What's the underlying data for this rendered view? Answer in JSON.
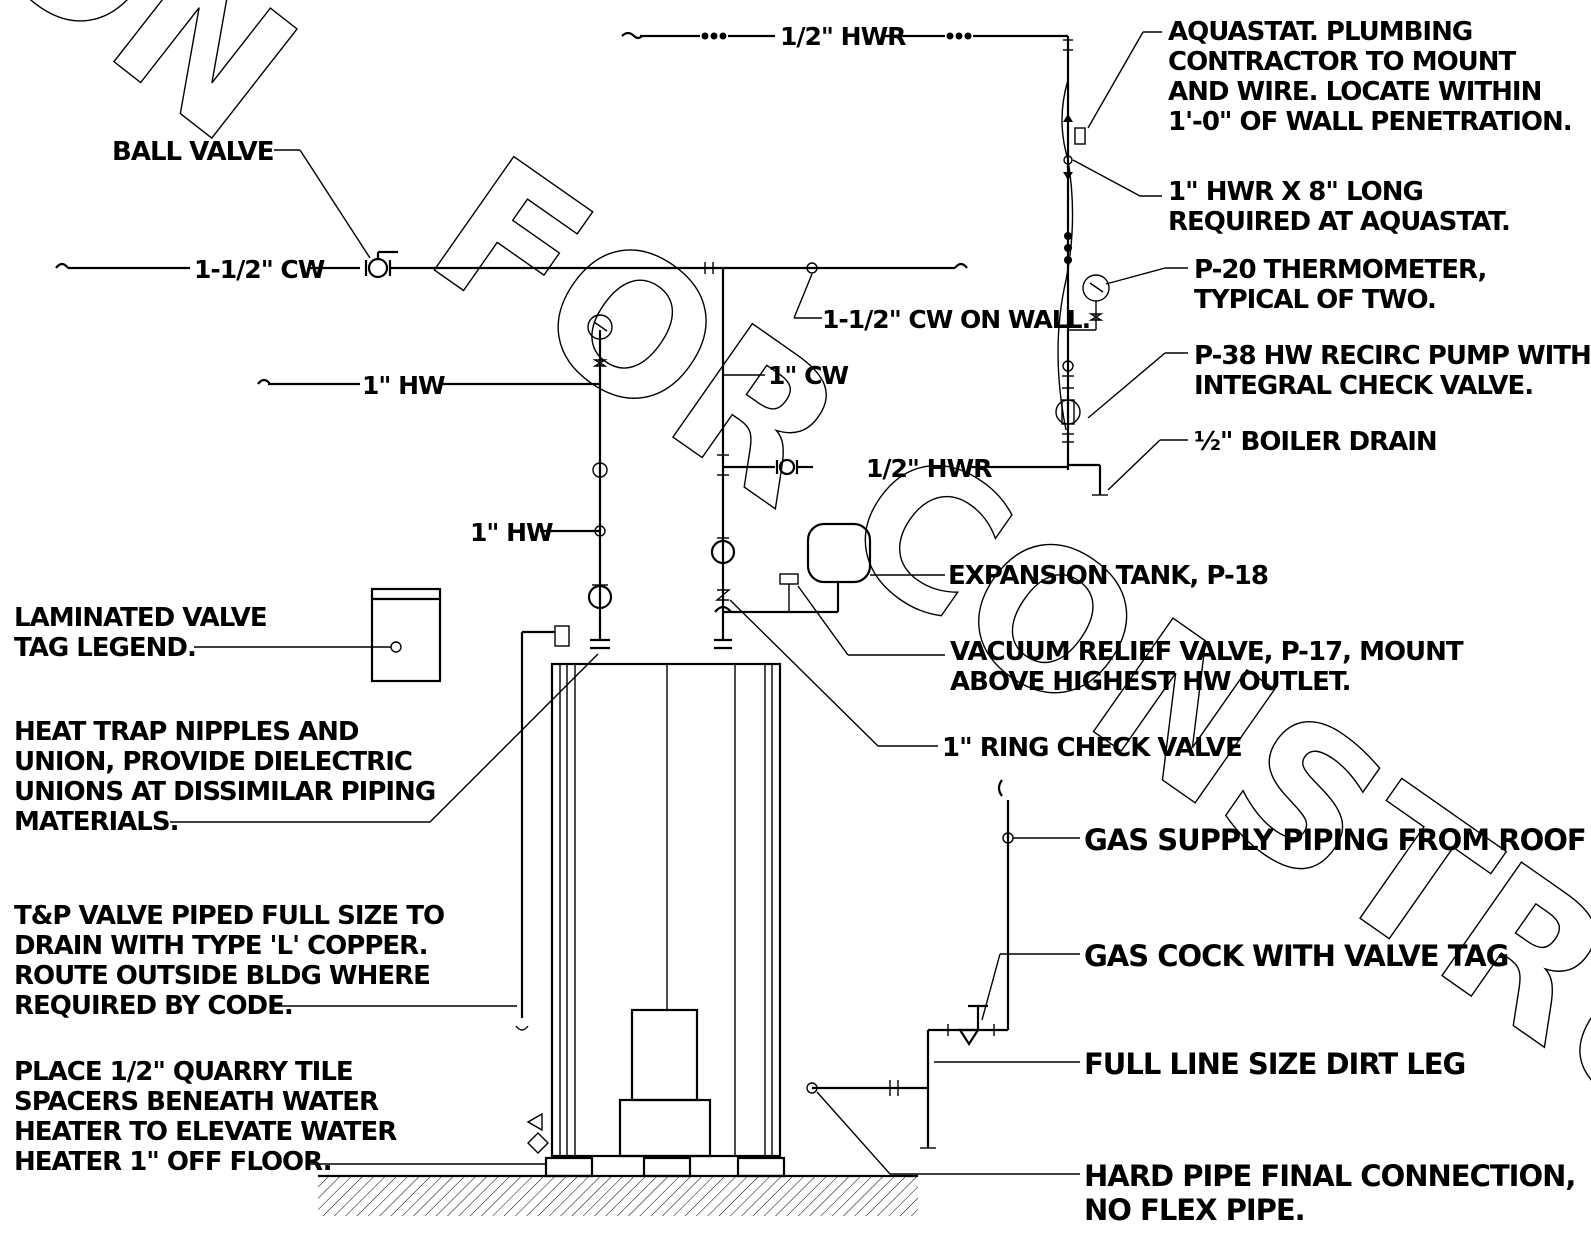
{
  "watermark": {
    "line1": "ON",
    "line2": "FOR CONSTRUC"
  },
  "pipe_labels": {
    "hwr_top": "1/2\" HWR",
    "cw_main": "1-1/2\" CW",
    "cw_wall": "1-1/2\" CW ON WALL.",
    "hw_upper": "1\" HW",
    "cw_branch": "1\" CW",
    "hwr_mid": "1/2\" HWR",
    "hw_lower": "1\" HW"
  },
  "callouts": {
    "ball_valve": "BALL VALVE",
    "aquastat": [
      "AQUASTAT.  PLUMBING",
      "CONTRACTOR TO MOUNT",
      "AND WIRE.  LOCATE WITHIN",
      "1'-0\" OF WALL PENETRATION."
    ],
    "hwr_long": [
      "1\" HWR X 8\" LONG",
      "REQUIRED AT AQUASTAT."
    ],
    "thermometer": [
      "P-20 THERMOMETER,",
      "TYPICAL OF TWO."
    ],
    "recirc_pump": [
      "P-38 HW RECIRC PUMP WITH",
      "INTEGRAL CHECK VALVE."
    ],
    "boiler_drain": "½\" BOILER DRAIN",
    "expansion_tank": "EXPANSION TANK, P-18",
    "vacuum_relief": [
      "VACUUM RELIEF VALVE, P-17, MOUNT",
      "ABOVE HIGHEST HW OUTLET."
    ],
    "ring_check": "1\" RING CHECK VALVE",
    "valve_tag": [
      "LAMINATED VALVE",
      "TAG LEGEND."
    ],
    "heat_trap": [
      "HEAT TRAP NIPPLES AND",
      "UNION,  PROVIDE  DIELECTRIC",
      "UNIONS AT DISSIMILAR PIPING",
      "MATERIALS."
    ],
    "tp_valve": [
      "T&P VALVE PIPED FULL SIZE TO",
      "DRAIN WITH TYPE 'L' COPPER.",
      "ROUTE OUTSIDE BLDG WHERE",
      "REQUIRED BY CODE."
    ],
    "quarry_tile": [
      "PLACE 1/2\" QUARRY TILE",
      "SPACERS BENEATH WATER",
      "HEATER TO ELEVATE WATER",
      "HEATER 1\" OFF FLOOR."
    ],
    "gas_supply": "GAS SUPPLY PIPING FROM ROOF",
    "gas_cock": "GAS COCK WITH VALVE TAG",
    "dirt_leg": "FULL LINE SIZE DIRT LEG",
    "hard_pipe": [
      "HARD PIPE FINAL CONNECTION,",
      "NO FLEX PIPE."
    ]
  }
}
